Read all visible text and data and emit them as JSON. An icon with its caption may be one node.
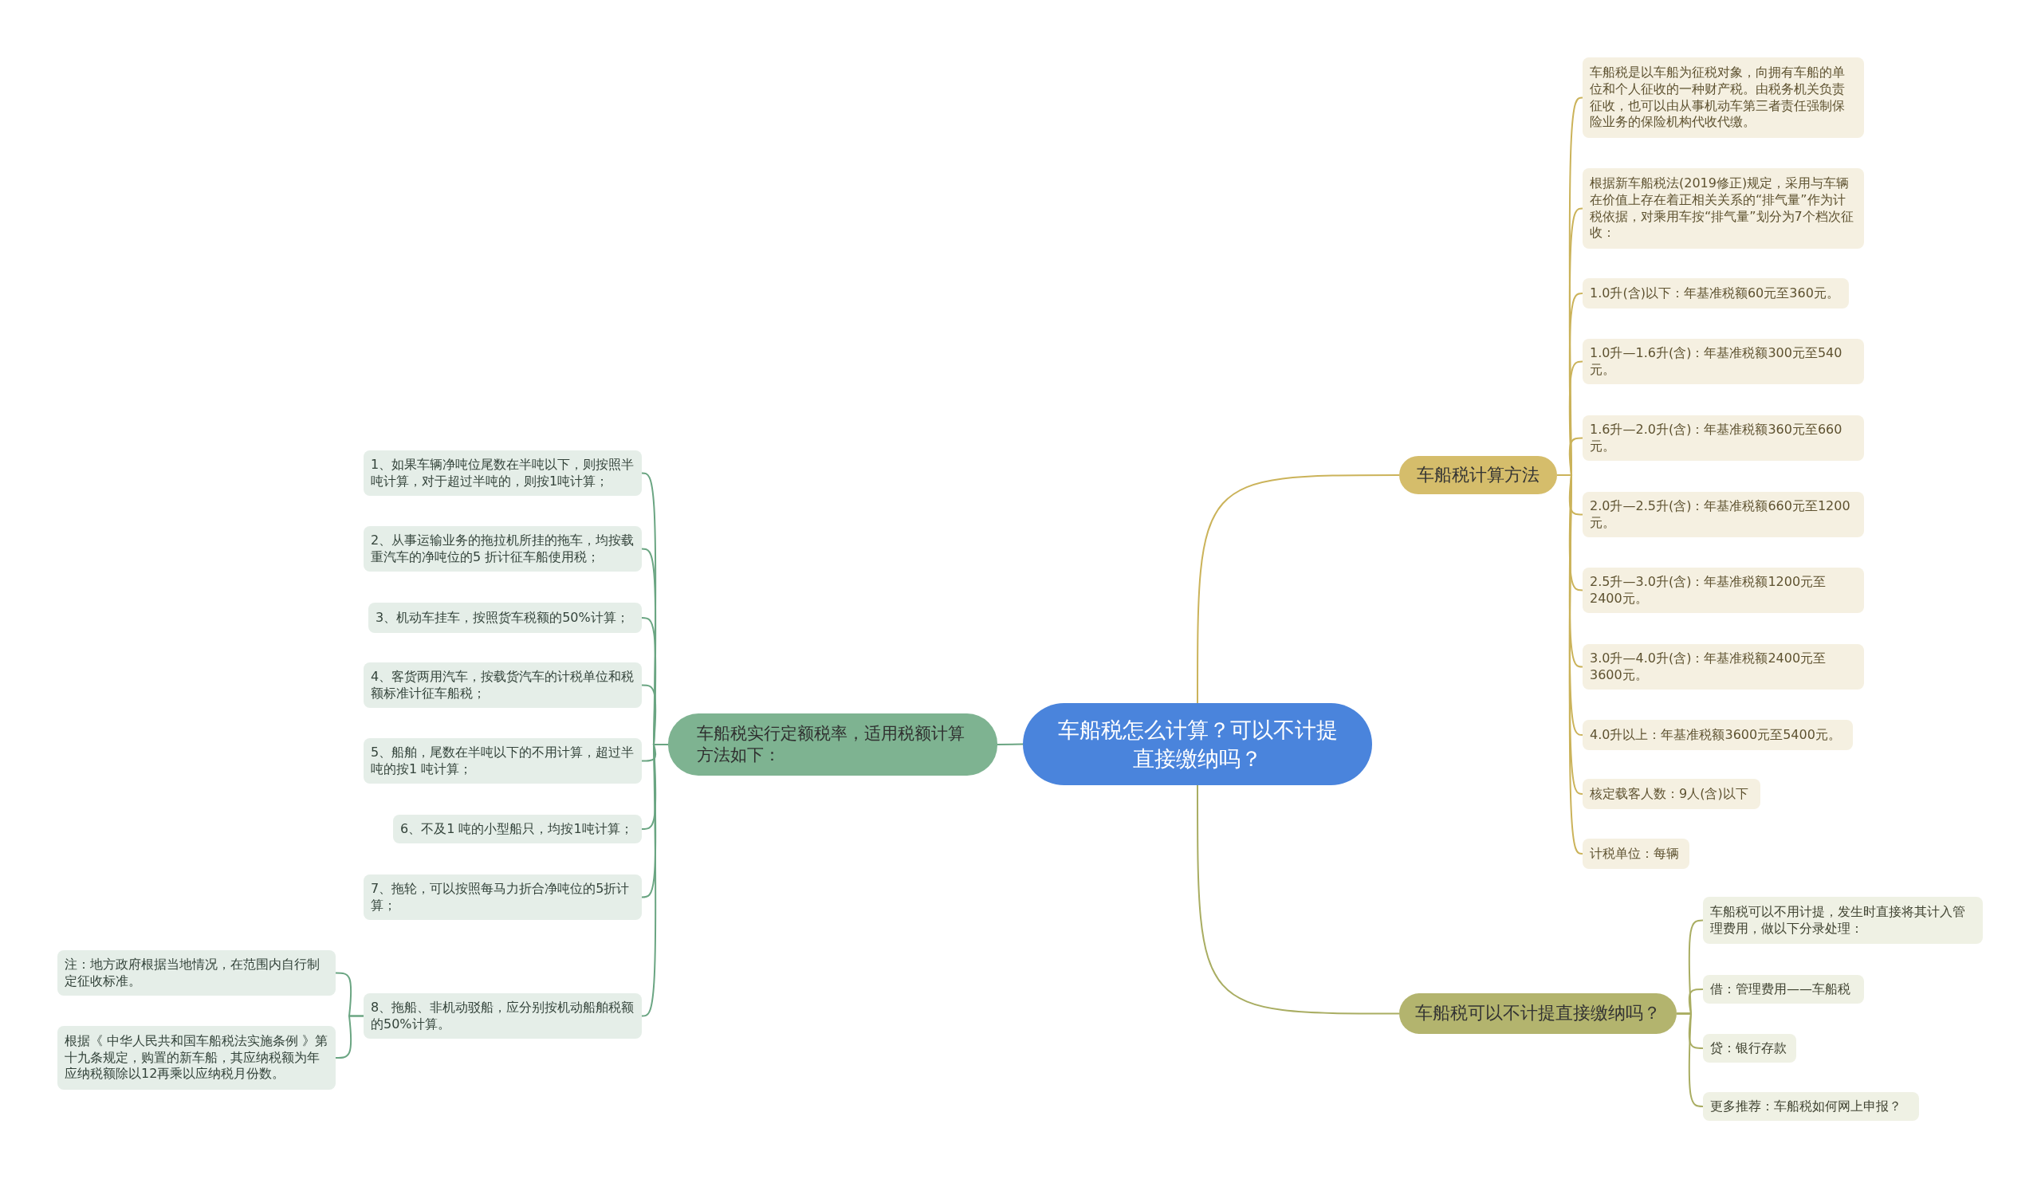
{
  "diagram": {
    "nodes": [
      {
        "text": [
          "车船税怎么计算？可以不计提直接缴纳吗？"
        ]
      },
      {
        "text": [
          "车船税计算方法"
        ]
      },
      {
        "text": [
          "车船税是以车船为征税对象，向拥有车船的单位和个人征收的一种财产税。由税务机关负责征收，也可以由从事机动车第三者责任强制保险业务的保险机构代收代缴。"
        ]
      },
      {
        "text": [
          "根据新车船税法(2019修正)规定，采用与车辆在价值上存在着正相关关系的“排气量”作为计税依据，对乘用车按“排气量”划分为7个档次征收："
        ]
      },
      {
        "text": [
          "1.0升(含)以下：年基准税额60元至360元。"
        ]
      },
      {
        "text": [
          "1.0升—1.6升(含)：年基准税额300元至540元。"
        ]
      },
      {
        "text": [
          "1.6升—2.0升(含)：年基准税额360元至660元。"
        ]
      },
      {
        "text": [
          "2.0升—2.5升(含)：年基准税额660元至1200元。"
        ]
      },
      {
        "text": [
          "2.5升—3.0升(含)：年基准税额1200元至2400元。"
        ]
      },
      {
        "text": [
          "3.0升—4.0升(含)：年基准税额2400元至3600元。"
        ]
      },
      {
        "text": [
          "4.0升以上：年基准税额3600元至5400元。"
        ]
      },
      {
        "text": [
          "核定载客人数：9人(含)以下"
        ]
      },
      {
        "text": [
          "计税单位：每辆"
        ]
      },
      {
        "text": [
          "车船税可以不计提直接缴纳吗？"
        ]
      },
      {
        "text": [
          "车船税可以不用计提，发生时直接将其计入管理费用，做以下分录处理："
        ]
      },
      {
        "text": [
          "借：管理费用——车船税"
        ]
      },
      {
        "text": [
          "贷：银行存款"
        ]
      },
      {
        "text": [
          "更多推荐：车船税如何网上申报？"
        ]
      },
      {
        "text": [
          "车船税实行定额税率，适用税额计算方法如下："
        ]
      },
      {
        "text": [
          "1、如果车辆净吨位尾数在半吨以下，则按照半吨计算，对于超过半吨的，则按1吨计算；"
        ]
      },
      {
        "text": [
          "2、从事运输业务的拖拉机所挂的拖车，均按载重汽车的净吨位的5 折计征车船使用税；"
        ]
      },
      {
        "text": [
          "3、机动车挂车，按照货车税额的50%计算；"
        ]
      },
      {
        "text": [
          "4、客货两用汽车，按载货汽车的计税单位和税额标准计征车船税；"
        ]
      },
      {
        "text": [
          "5、船舶，尾数在半吨以下的不用计算，超过半吨的按1 吨计算；"
        ]
      },
      {
        "text": [
          "6、不及1 吨的小型船只，均按1吨计算；"
        ]
      },
      {
        "text": [
          "7、拖轮，可以按照每马力折合净吨位的5折计算；"
        ]
      },
      {
        "text": [
          "8、拖船、非机动驳船，应分别按机动船舶税额的50%计算。"
        ]
      },
      {
        "text": [
          "注：地方政府根据当地情况，在范围内自行制定征收标准。"
        ]
      },
      {
        "text": [
          "根据《 中华人民共和国车船税法实施条例 》第十九条规定，购置的新车船，其应纳税额为年应纳税额除以12再乘以应纳税月份数。"
        ]
      }
    ],
    "edges": [
      {
        "from": 0,
        "to": 1,
        "arrow": "none"
      },
      {
        "from": 1,
        "to": 2,
        "arrow": "none"
      },
      {
        "from": 1,
        "to": 3,
        "arrow": "none"
      },
      {
        "from": 1,
        "to": 4,
        "arrow": "none"
      },
      {
        "from": 1,
        "to": 5,
        "arrow": "none"
      },
      {
        "from": 1,
        "to": 6,
        "arrow": "none"
      },
      {
        "from": 1,
        "to": 7,
        "arrow": "none"
      },
      {
        "from": 1,
        "to": 8,
        "arrow": "none"
      },
      {
        "from": 1,
        "to": 9,
        "arrow": "none"
      },
      {
        "from": 1,
        "to": 10,
        "arrow": "none"
      },
      {
        "from": 1,
        "to": 11,
        "arrow": "none"
      },
      {
        "from": 1,
        "to": 12,
        "arrow": "none"
      },
      {
        "from": 0,
        "to": 13,
        "arrow": "none",
        "color": "#a9ad62"
      },
      {
        "from": 13,
        "to": 14,
        "arrow": "none",
        "color": "#a9ad62"
      },
      {
        "from": 13,
        "to": 15,
        "arrow": "none",
        "color": "#a9ad62"
      },
      {
        "from": 13,
        "to": 16,
        "arrow": "none",
        "color": "#a9ad62"
      },
      {
        "from": 13,
        "to": 17,
        "arrow": "none",
        "color": "#a9ad62"
      },
      {
        "from": 0,
        "to": 18,
        "arrow": "none",
        "color": "#6aa582"
      },
      {
        "from": 18,
        "to": 19,
        "arrow": "none",
        "color": "#6aa582"
      },
      {
        "from": 18,
        "to": 20,
        "arrow": "none",
        "color": "#6aa582"
      },
      {
        "from": 18,
        "to": 21,
        "arrow": "none",
        "color": "#6aa582"
      },
      {
        "from": 18,
        "to": 22,
        "arrow": "none",
        "color": "#6aa582"
      },
      {
        "from": 18,
        "to": 23,
        "arrow": "none",
        "color": "#6aa582"
      },
      {
        "from": 18,
        "to": 24,
        "arrow": "none",
        "color": "#6aa582"
      },
      {
        "from": 18,
        "to": 25,
        "arrow": "none",
        "color": "#6aa582"
      },
      {
        "from": 18,
        "to": 26,
        "arrow": "none",
        "color": "#6aa582"
      },
      {
        "from": 26,
        "to": 27,
        "arrow": "none",
        "color": "#6aa582"
      },
      {
        "from": 26,
        "to": 28,
        "arrow": "none",
        "color": "#6aa582"
      }
    ]
  }
}
